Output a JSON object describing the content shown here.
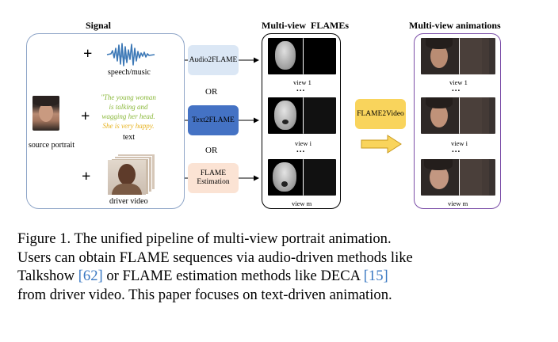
{
  "diagram": {
    "headers": {
      "signal": "Signal",
      "flames": "Multi-view  FLAMEs",
      "animations": "Multi-view animations"
    },
    "signal": {
      "speech_label": "speech/music",
      "text_quote_lines": [
        "\"The young woman",
        "is talking and",
        "wagging her head."
      ],
      "text_quote_last": "She is very happy.",
      "text_label": "text",
      "source_label": "source portrait",
      "driver_label": "driver video",
      "plus": "+"
    },
    "methods": {
      "audio": "Audio2FLAME",
      "or1": "OR",
      "text": "Text2FLAME",
      "or2": "OR",
      "estimation_line1": "FLAME",
      "estimation_line2": "Estimation"
    },
    "flame_views": {
      "v1": "view 1",
      "vi": "view i",
      "vm": "view m",
      "dots": "..."
    },
    "video": {
      "label": "FLAME2Video"
    },
    "anim_views": {
      "v1": "view 1",
      "vi": "view i",
      "vm": "view m",
      "dots": "..."
    },
    "colors": {
      "signal_border": "#8fa6c8",
      "audio_box": "#dbe7f5",
      "text_box": "#4472c4",
      "estimation_box": "#fbe3d4",
      "video_box": "#f9d45c",
      "anim_border": "#7b4ea8",
      "waveform": "#3c78b6",
      "quote_green": "#8ab83a",
      "quote_orange": "#e7b321",
      "arrow_fill": "#f9d45c",
      "arrow_stroke": "#c99a1e"
    }
  },
  "caption": {
    "fig": "Figure 1.",
    "line1": "The unified pipeline of multi-view portrait animation.",
    "line2": "Users can obtain FLAME sequences via audio-driven methods like",
    "line3_a": "Talkshow",
    "ref1": "[62]",
    "line3_b": "or FLAME estimation methods like DECA",
    "ref2": "[15]",
    "line4": "from driver video. This paper focuses on text-driven animation."
  }
}
